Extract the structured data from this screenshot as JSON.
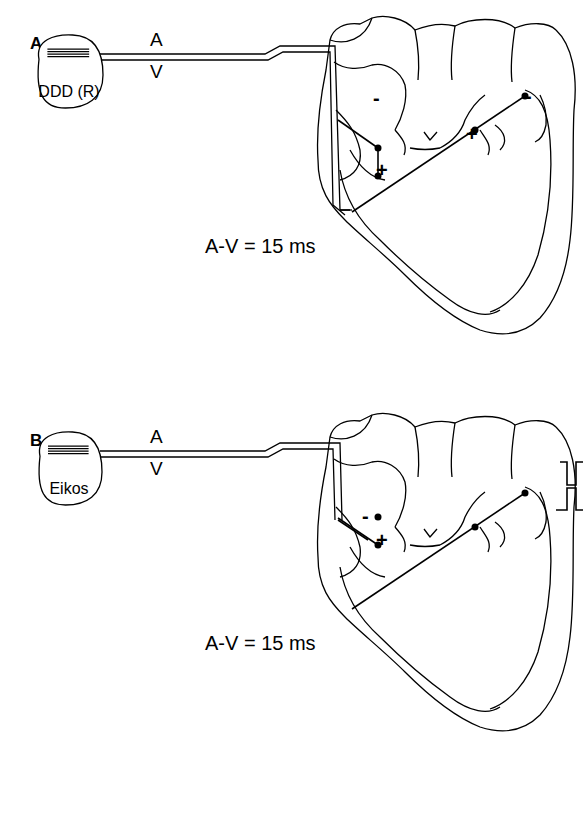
{
  "diagram": {
    "nodes": [
      {
        "text": [
          "DDD (R)"
        ]
      },
      {
        "text": [
          "Eikos"
        ]
      }
    ],
    "labels": [
      "A",
      "A",
      "V",
      "A-V = 15 ms",
      "-",
      "+",
      "-",
      "+",
      "B",
      "A",
      "V",
      "A-V = 15 ms",
      "-",
      "+"
    ]
  }
}
